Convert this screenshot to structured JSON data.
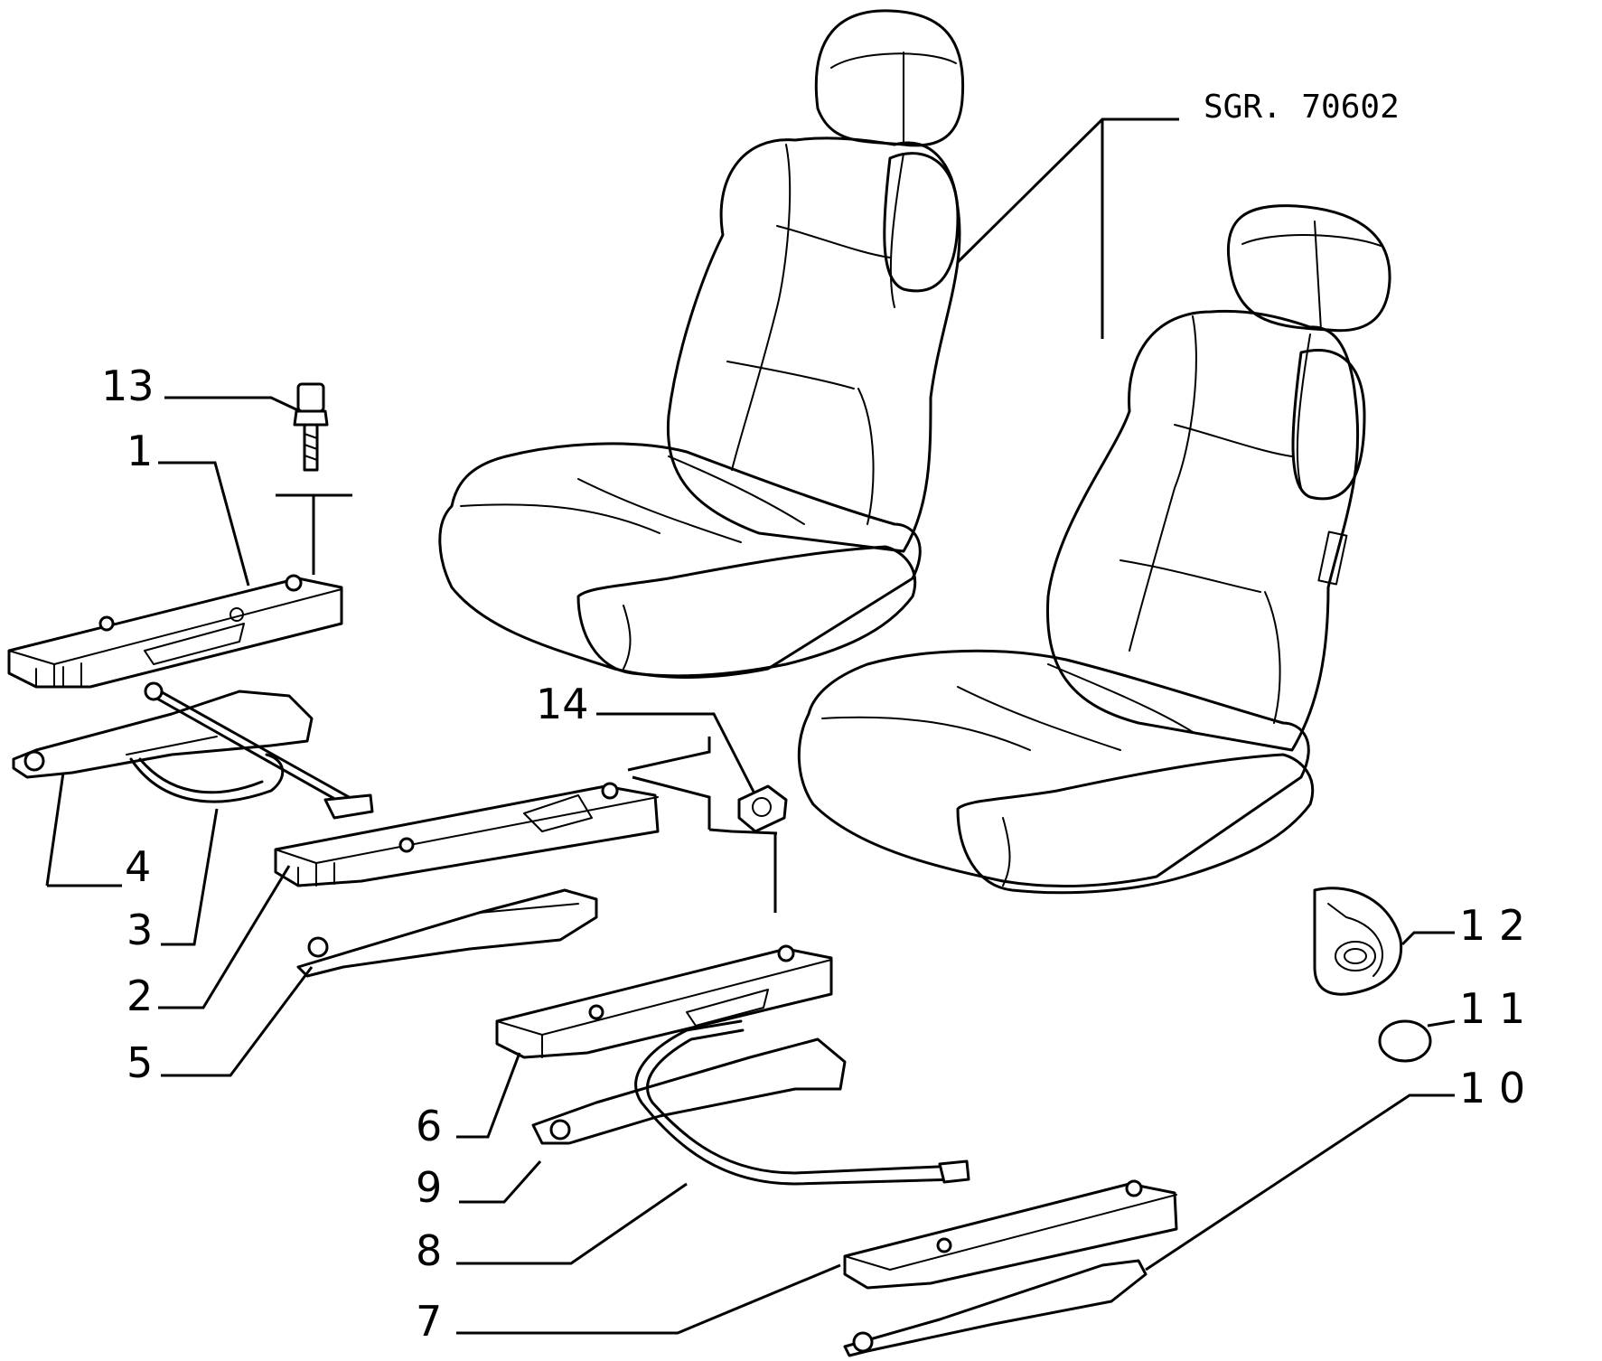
{
  "reference_code": "SGR. 70602",
  "callouts": [
    {
      "id": "13",
      "label": "13"
    },
    {
      "id": "1",
      "label": "1"
    },
    {
      "id": "4",
      "label": "4"
    },
    {
      "id": "3",
      "label": "3"
    },
    {
      "id": "2",
      "label": "2"
    },
    {
      "id": "5",
      "label": "5"
    },
    {
      "id": "14",
      "label": "14"
    },
    {
      "id": "6",
      "label": "6"
    },
    {
      "id": "9",
      "label": "9"
    },
    {
      "id": "8",
      "label": "8"
    },
    {
      "id": "7",
      "label": "7"
    },
    {
      "id": "12",
      "label": "1 2"
    },
    {
      "id": "11",
      "label": "1 1"
    },
    {
      "id": "10",
      "label": "1 0"
    }
  ]
}
